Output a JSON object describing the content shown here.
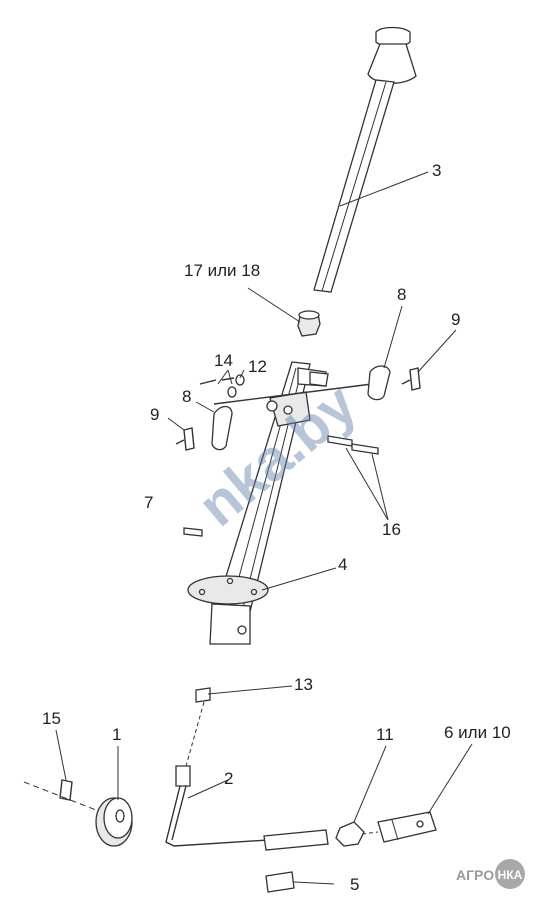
{
  "labels": {
    "p1": "1",
    "p2": "2",
    "p3": "3",
    "p4": "4",
    "p5": "5",
    "p6": "6 или 10",
    "p7": "7",
    "p8a": "8",
    "p8b": "8",
    "p9a": "9",
    "p9b": "9",
    "p11": "11",
    "p12": "12",
    "p13": "13",
    "p14": "14",
    "p15": "15",
    "p16": "16",
    "p17": "17 или 18"
  },
  "watermark": "nka.by",
  "logo": {
    "left": "АГРО",
    "badge": "НКА"
  }
}
